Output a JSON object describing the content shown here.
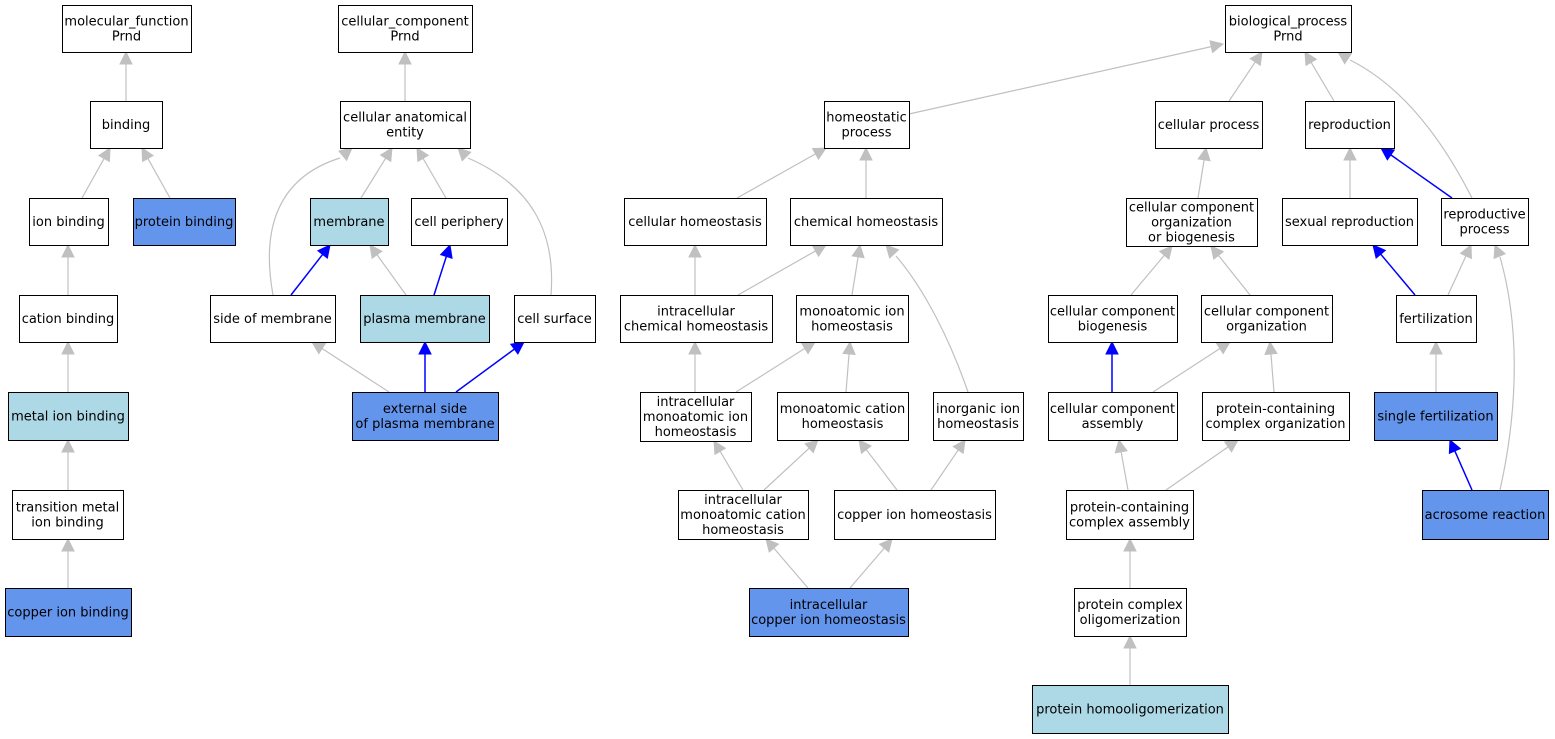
{
  "colors": {
    "background": "#ffffff",
    "node_default": "#ffffff",
    "node_light": "#add8e6",
    "node_dark": "#6495ed",
    "edge_gray": "#c0c0c0",
    "edge_blue": "#0000ff",
    "border": "#000000"
  },
  "nodes": [
    {
      "id": "mf",
      "lines": [
        "molecular_function",
        "Prnd"
      ],
      "fill": "white"
    },
    {
      "id": "binding",
      "lines": [
        "binding"
      ],
      "fill": "white"
    },
    {
      "id": "ionb",
      "lines": [
        "ion binding"
      ],
      "fill": "white"
    },
    {
      "id": "protb",
      "lines": [
        "protein binding"
      ],
      "fill": "dark"
    },
    {
      "id": "catb",
      "lines": [
        "cation binding"
      ],
      "fill": "white"
    },
    {
      "id": "metb",
      "lines": [
        "metal ion binding"
      ],
      "fill": "light"
    },
    {
      "id": "trmb",
      "lines": [
        "transition metal",
        "ion binding"
      ],
      "fill": "white"
    },
    {
      "id": "cub",
      "lines": [
        "copper ion binding"
      ],
      "fill": "dark"
    },
    {
      "id": "cc",
      "lines": [
        "cellular_component",
        "Prnd"
      ],
      "fill": "white"
    },
    {
      "id": "cae",
      "lines": [
        "cellular anatomical",
        "entity"
      ],
      "fill": "white"
    },
    {
      "id": "mem",
      "lines": [
        "membrane"
      ],
      "fill": "light"
    },
    {
      "id": "cper",
      "lines": [
        "cell periphery"
      ],
      "fill": "white"
    },
    {
      "id": "som",
      "lines": [
        "side of membrane"
      ],
      "fill": "white"
    },
    {
      "id": "pm",
      "lines": [
        "plasma membrane"
      ],
      "fill": "light"
    },
    {
      "id": "csurf",
      "lines": [
        "cell surface"
      ],
      "fill": "white"
    },
    {
      "id": "espm",
      "lines": [
        "external side",
        "of plasma membrane"
      ],
      "fill": "dark"
    },
    {
      "id": "bp",
      "lines": [
        "biological_process",
        "Prnd"
      ],
      "fill": "white"
    },
    {
      "id": "homp",
      "lines": [
        "homeostatic",
        "process"
      ],
      "fill": "white"
    },
    {
      "id": "cellp",
      "lines": [
        "cellular process"
      ],
      "fill": "white"
    },
    {
      "id": "repro",
      "lines": [
        "reproduction"
      ],
      "fill": "white"
    },
    {
      "id": "cellh",
      "lines": [
        "cellular homeostasis"
      ],
      "fill": "white"
    },
    {
      "id": "chemh",
      "lines": [
        "chemical homeostasis"
      ],
      "fill": "white"
    },
    {
      "id": "ccob",
      "lines": [
        "cellular component",
        "organization",
        "or biogenesis"
      ],
      "fill": "white"
    },
    {
      "id": "sexr",
      "lines": [
        "sexual reproduction"
      ],
      "fill": "white"
    },
    {
      "id": "reprp",
      "lines": [
        "reproductive",
        "process"
      ],
      "fill": "white"
    },
    {
      "id": "icch",
      "lines": [
        "intracellular",
        "chemical homeostasis"
      ],
      "fill": "white"
    },
    {
      "id": "maih",
      "lines": [
        "monoatomic ion",
        "homeostasis"
      ],
      "fill": "white"
    },
    {
      "id": "ccbio",
      "lines": [
        "cellular component",
        "biogenesis"
      ],
      "fill": "white"
    },
    {
      "id": "ccorg",
      "lines": [
        "cellular component",
        "organization"
      ],
      "fill": "white"
    },
    {
      "id": "fert",
      "lines": [
        "fertilization"
      ],
      "fill": "white"
    },
    {
      "id": "imaih",
      "lines": [
        "intracellular",
        "monoatomic ion",
        "homeostasis"
      ],
      "fill": "white"
    },
    {
      "id": "macih",
      "lines": [
        "monoatomic cation",
        "homeostasis"
      ],
      "fill": "white"
    },
    {
      "id": "inorgh",
      "lines": [
        "inorganic ion",
        "homeostasis"
      ],
      "fill": "white"
    },
    {
      "id": "ccass",
      "lines": [
        "cellular component",
        "assembly"
      ],
      "fill": "white"
    },
    {
      "id": "pcco",
      "lines": [
        "protein-containing",
        "complex organization"
      ],
      "fill": "white"
    },
    {
      "id": "sfert",
      "lines": [
        "single fertilization"
      ],
      "fill": "dark"
    },
    {
      "id": "imacih",
      "lines": [
        "intracellular",
        "monoatomic cation",
        "homeostasis"
      ],
      "fill": "white"
    },
    {
      "id": "cuih",
      "lines": [
        "copper ion homeostasis"
      ],
      "fill": "white"
    },
    {
      "id": "pcca",
      "lines": [
        "protein-containing",
        "complex assembly"
      ],
      "fill": "white"
    },
    {
      "id": "acro",
      "lines": [
        "acrosome reaction"
      ],
      "fill": "dark"
    },
    {
      "id": "icuih",
      "lines": [
        "intracellular",
        "copper ion homeostasis"
      ],
      "fill": "dark"
    },
    {
      "id": "pco",
      "lines": [
        "protein complex",
        "oligomerization"
      ],
      "fill": "white"
    },
    {
      "id": "phom",
      "lines": [
        "protein homooligomerization"
      ],
      "fill": "light"
    }
  ],
  "edges": [
    {
      "from": "binding",
      "to": "mf",
      "color": "gray"
    },
    {
      "from": "ionb",
      "to": "binding",
      "color": "gray"
    },
    {
      "from": "protb",
      "to": "binding",
      "color": "gray"
    },
    {
      "from": "catb",
      "to": "ionb",
      "color": "gray"
    },
    {
      "from": "metb",
      "to": "catb",
      "color": "gray"
    },
    {
      "from": "trmb",
      "to": "metb",
      "color": "gray"
    },
    {
      "from": "cub",
      "to": "trmb",
      "color": "gray"
    },
    {
      "from": "cae",
      "to": "cc",
      "color": "gray"
    },
    {
      "from": "mem",
      "to": "cae",
      "color": "gray"
    },
    {
      "from": "cper",
      "to": "cae",
      "color": "gray"
    },
    {
      "from": "som",
      "to": "cae",
      "color": "gray"
    },
    {
      "from": "csurf",
      "to": "cae",
      "color": "gray"
    },
    {
      "from": "som",
      "to": "mem",
      "color": "blue"
    },
    {
      "from": "pm",
      "to": "mem",
      "color": "gray"
    },
    {
      "from": "pm",
      "to": "cper",
      "color": "blue"
    },
    {
      "from": "espm",
      "to": "som",
      "color": "gray"
    },
    {
      "from": "espm",
      "to": "pm",
      "color": "blue"
    },
    {
      "from": "espm",
      "to": "csurf",
      "color": "blue"
    },
    {
      "from": "homp",
      "to": "bp",
      "color": "gray"
    },
    {
      "from": "cellp",
      "to": "bp",
      "color": "gray"
    },
    {
      "from": "repro",
      "to": "bp",
      "color": "gray"
    },
    {
      "from": "reprp",
      "to": "bp",
      "color": "gray"
    },
    {
      "from": "cellh",
      "to": "homp",
      "color": "gray"
    },
    {
      "from": "chemh",
      "to": "homp",
      "color": "gray"
    },
    {
      "from": "ccob",
      "to": "cellp",
      "color": "gray"
    },
    {
      "from": "sexr",
      "to": "repro",
      "color": "gray"
    },
    {
      "from": "reprp",
      "to": "repro",
      "color": "blue"
    },
    {
      "from": "icch",
      "to": "cellh",
      "color": "gray"
    },
    {
      "from": "icch",
      "to": "chemh",
      "color": "gray"
    },
    {
      "from": "maih",
      "to": "chemh",
      "color": "gray"
    },
    {
      "from": "inorgh",
      "to": "chemh",
      "color": "gray"
    },
    {
      "from": "ccbio",
      "to": "ccob",
      "color": "gray"
    },
    {
      "from": "ccorg",
      "to": "ccob",
      "color": "gray"
    },
    {
      "from": "fert",
      "to": "sexr",
      "color": "blue"
    },
    {
      "from": "fert",
      "to": "reprp",
      "color": "gray"
    },
    {
      "from": "acro",
      "to": "reprp",
      "color": "gray"
    },
    {
      "from": "imaih",
      "to": "icch",
      "color": "gray"
    },
    {
      "from": "imaih",
      "to": "maih",
      "color": "gray"
    },
    {
      "from": "macih",
      "to": "maih",
      "color": "gray"
    },
    {
      "from": "ccass",
      "to": "ccbio",
      "color": "blue"
    },
    {
      "from": "ccass",
      "to": "ccorg",
      "color": "gray"
    },
    {
      "from": "pcco",
      "to": "ccorg",
      "color": "gray"
    },
    {
      "from": "sfert",
      "to": "fert",
      "color": "gray"
    },
    {
      "from": "imacih",
      "to": "imaih",
      "color": "gray"
    },
    {
      "from": "imacih",
      "to": "macih",
      "color": "gray"
    },
    {
      "from": "cuih",
      "to": "macih",
      "color": "gray"
    },
    {
      "from": "cuih",
      "to": "inorgh",
      "color": "gray"
    },
    {
      "from": "pcca",
      "to": "ccass",
      "color": "gray"
    },
    {
      "from": "pcca",
      "to": "pcco",
      "color": "gray"
    },
    {
      "from": "acro",
      "to": "sfert",
      "color": "blue"
    },
    {
      "from": "icuih",
      "to": "imacih",
      "color": "gray"
    },
    {
      "from": "icuih",
      "to": "cuih",
      "color": "gray"
    },
    {
      "from": "pco",
      "to": "pcca",
      "color": "gray"
    },
    {
      "from": "phom",
      "to": "pco",
      "color": "gray"
    }
  ]
}
